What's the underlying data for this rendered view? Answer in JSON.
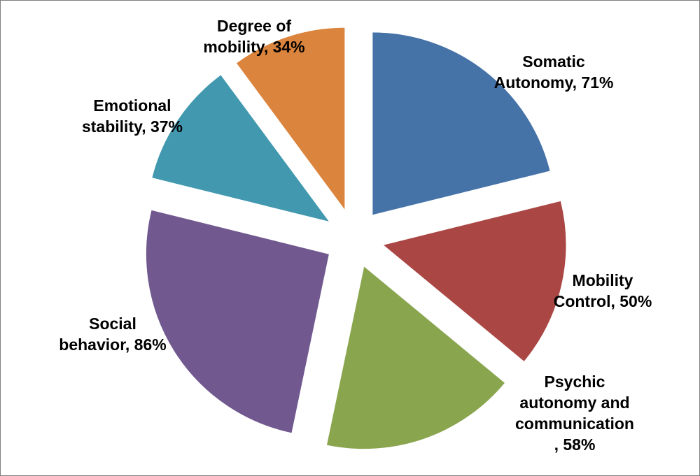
{
  "chart_data": {
    "type": "pie",
    "exploded": true,
    "start_angle_deg": 0,
    "direction": "clockwise",
    "slices": [
      {
        "category": "Somatic Autonomy",
        "value": 71,
        "label_lines": [
          "Somatic",
          "Autonomy, 71%"
        ],
        "color": "#4572A7"
      },
      {
        "category": "Mobility Control",
        "value": 50,
        "label_lines": [
          "Mobility",
          "Control, 50%"
        ],
        "color": "#AA4643"
      },
      {
        "category": "Psychic autonomy and communication",
        "value": 58,
        "label_lines": [
          "Psychic",
          "autonomy and",
          "communication",
          ", 58%"
        ],
        "color": "#89A54E"
      },
      {
        "category": "Social behavior",
        "value": 86,
        "label_lines": [
          "Social",
          "behavior, 86%"
        ],
        "color": "#71588F"
      },
      {
        "category": "Emotional stability",
        "value": 37,
        "label_lines": [
          "Emotional",
          "stability, 37%"
        ],
        "color": "#4198AF"
      },
      {
        "category": "Degree of mobility",
        "value": 34,
        "label_lines": [
          "Degree of",
          "mobility, 34%"
        ],
        "color": "#DB843D"
      }
    ]
  }
}
